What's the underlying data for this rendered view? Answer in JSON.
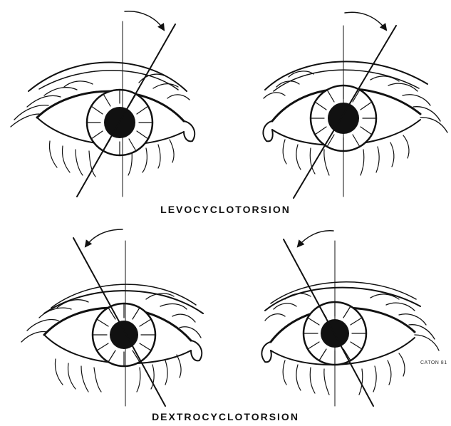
{
  "captions": {
    "top": "LEVOCYCLOTORSION",
    "bottom": "DEXTROCYCLOTORSION"
  },
  "signature": "CATON 81",
  "panels": [
    {
      "id": "levo-right-eye",
      "rotation": "clockwise",
      "arrow": "right"
    },
    {
      "id": "levo-left-eye",
      "rotation": "clockwise",
      "arrow": "right"
    },
    {
      "id": "dextro-right-eye",
      "rotation": "counterclockwise",
      "arrow": "left"
    },
    {
      "id": "dextro-left-eye",
      "rotation": "counterclockwise",
      "arrow": "left"
    }
  ],
  "colors": {
    "ink": "#111111",
    "background": "#ffffff"
  }
}
